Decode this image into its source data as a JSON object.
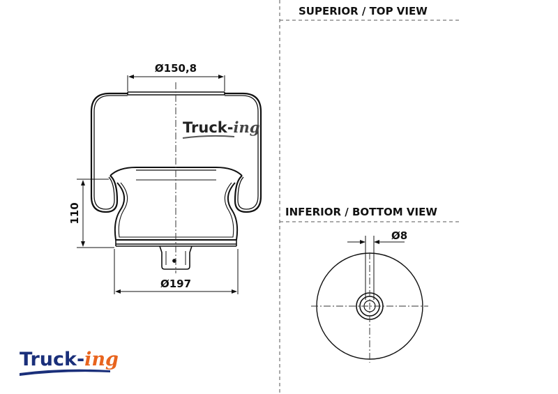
{
  "views": {
    "top_title": "SUPERIOR / TOP VIEW",
    "bottom_title": "INFERIOR / BOTTOM VIEW"
  },
  "dimensions": {
    "top_diameter": "Ø150,8",
    "bottom_diameter": "Ø197",
    "height": "110",
    "pin_diameter": "Ø8"
  },
  "logo": {
    "main": "Truck-",
    "suffix": "ing",
    "main_color": "#1a2f7a",
    "suffix_color": "#e8641e",
    "underline_color": "#1a2f7a"
  },
  "watermark": {
    "main": "Truck-",
    "suffix": "ing",
    "main_color": "#222222",
    "suffix_color": "#444444"
  }
}
